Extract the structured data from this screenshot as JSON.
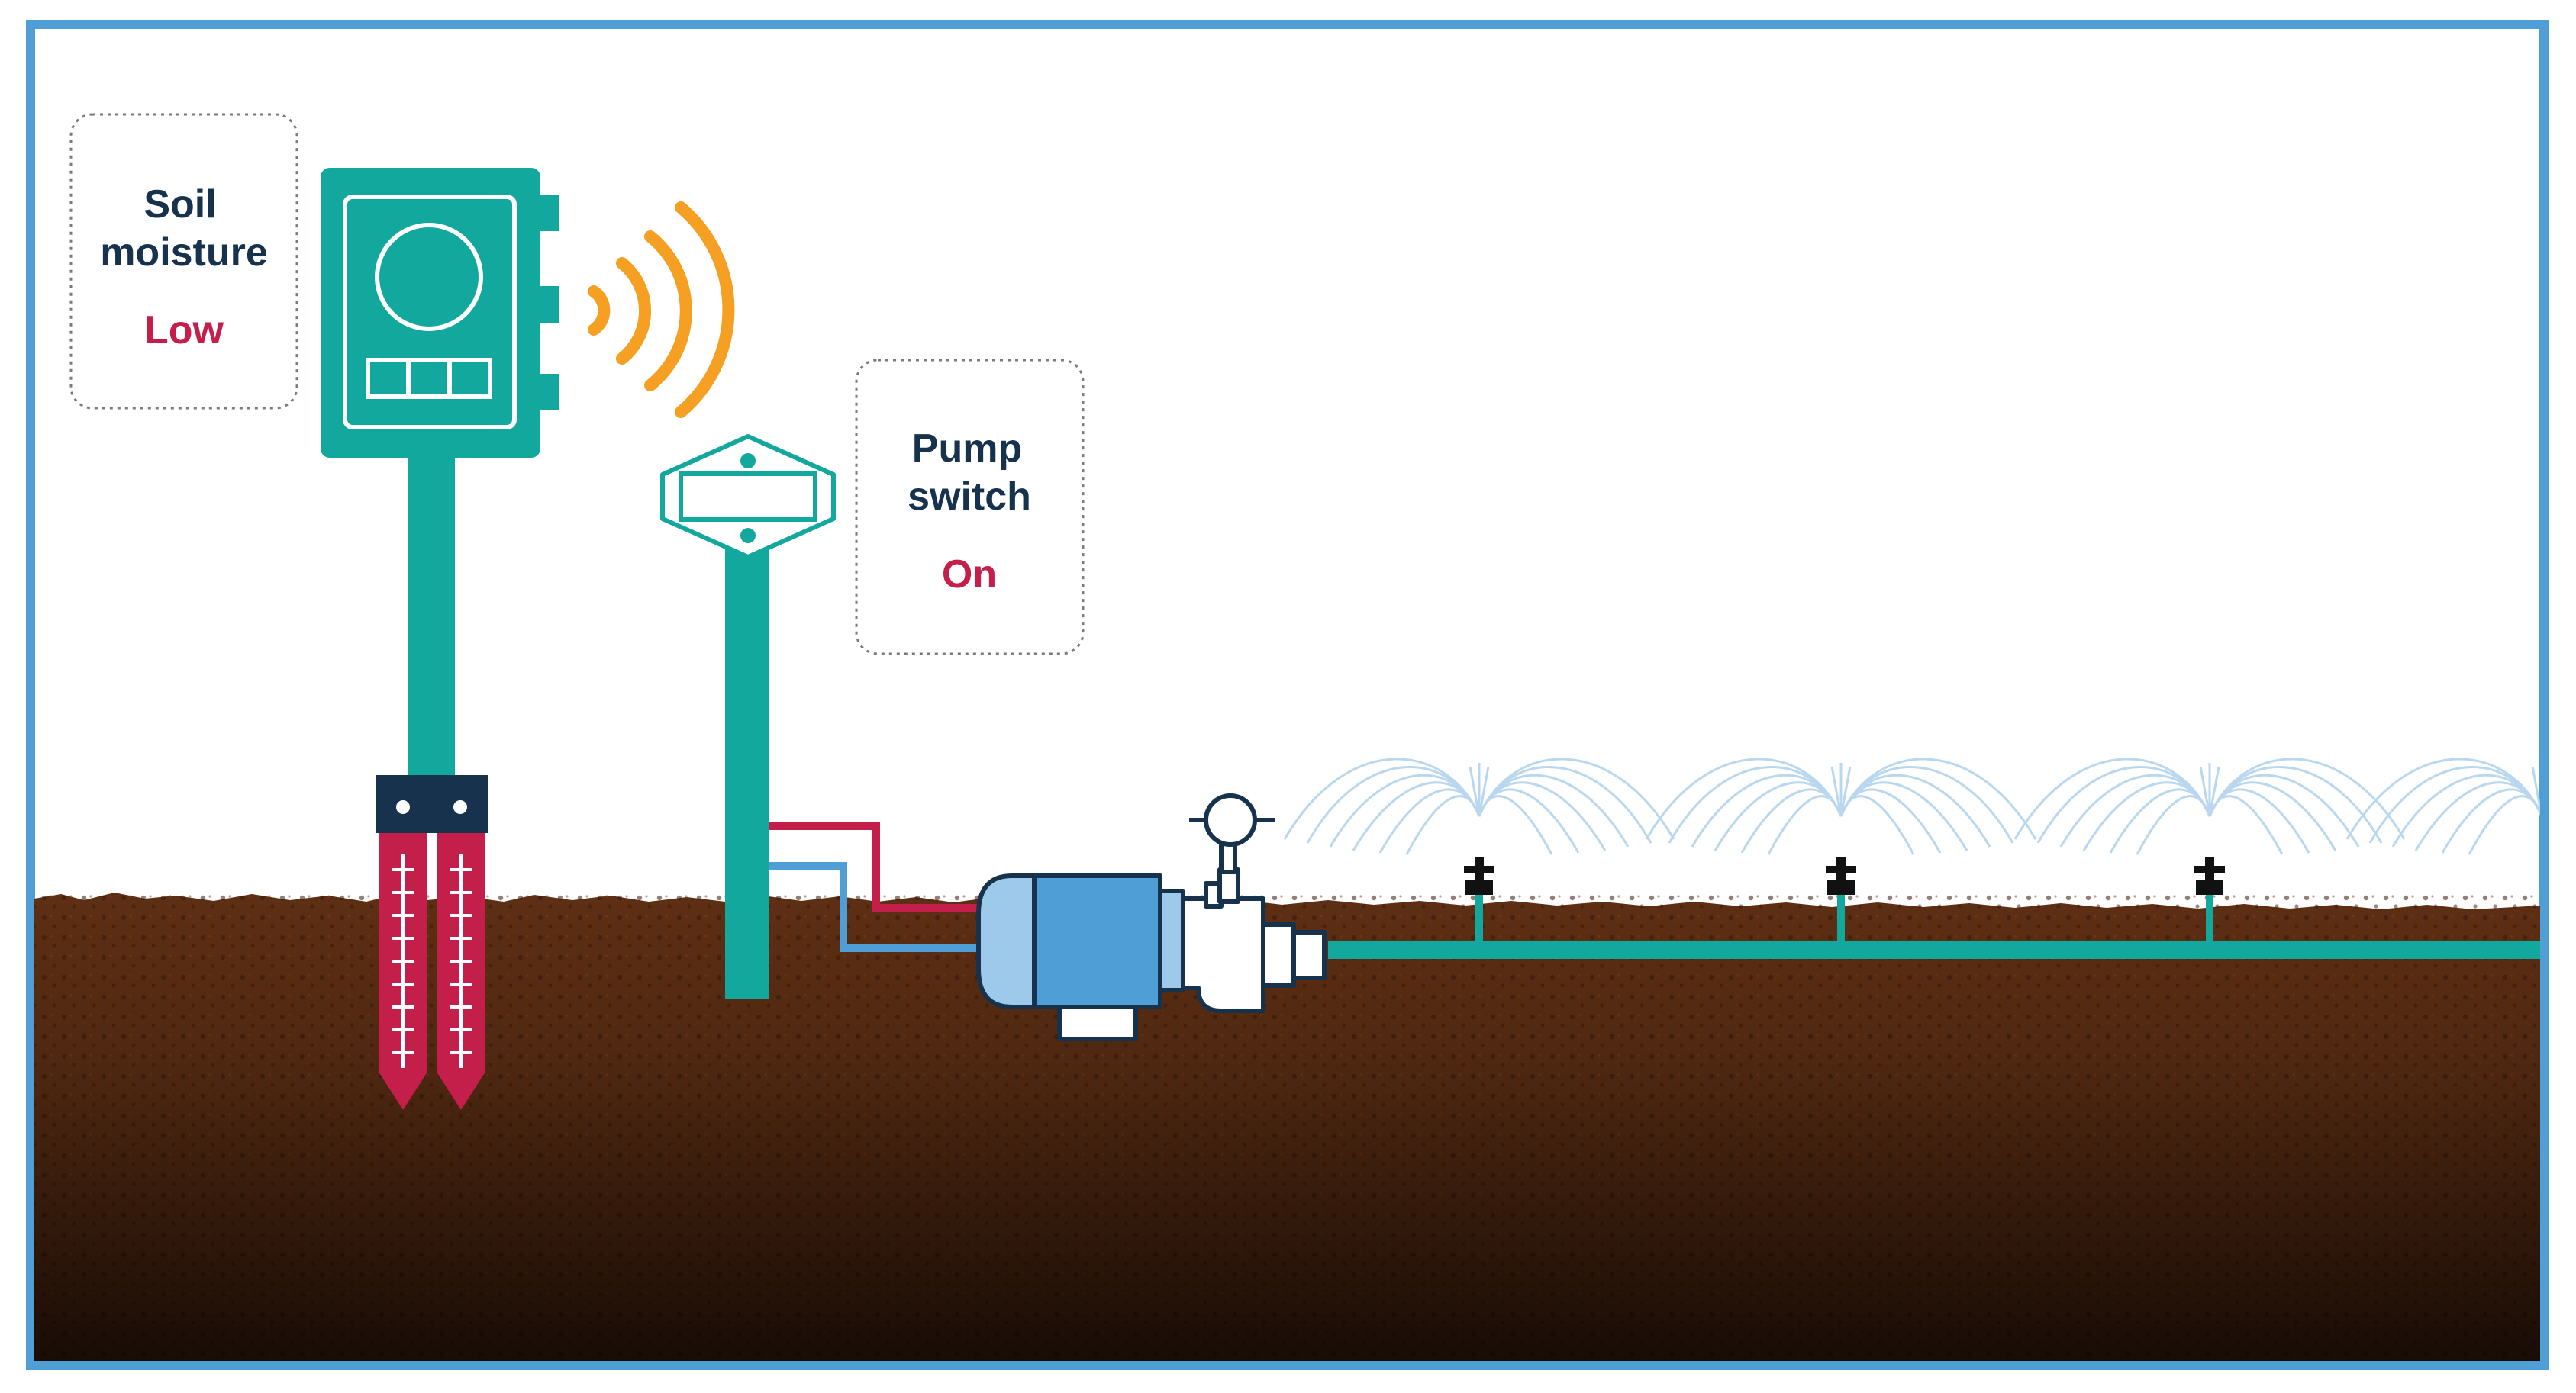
{
  "callouts": {
    "soil": {
      "title_line1": "Soil",
      "title_line2": "moisture",
      "status": "Low"
    },
    "pump": {
      "title_line1": "Pump",
      "title_line2": "switch",
      "status": "On"
    }
  },
  "colors": {
    "frame": "#4f9fd6",
    "teal": "#13a89e",
    "navy": "#17324d",
    "crimson": "#c41e4a",
    "orange": "#f5a023",
    "soil": "#5e2f14",
    "soil_dark": "#2a1308",
    "pump_blue": "#4f9fd6",
    "pump_light": "#9dcaea",
    "spray": "#b9d7ee"
  },
  "icons": [
    "soil-moisture-sensor-icon",
    "wireless-signal-icon",
    "pump-switch-icon",
    "water-pump-icon",
    "sprinkler-icon"
  ]
}
